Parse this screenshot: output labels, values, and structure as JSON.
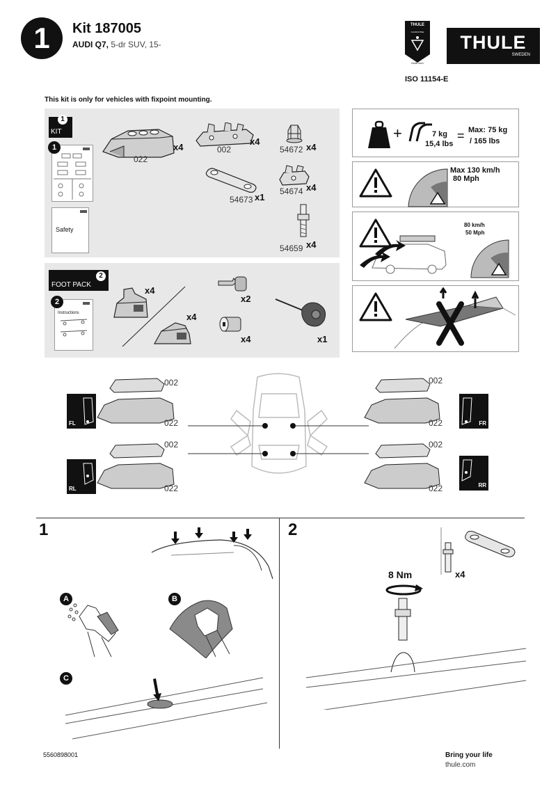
{
  "step_number": "1",
  "header": {
    "kit": "Kit 187005",
    "vehicle_model": "AUDI Q7,",
    "vehicle_desc": "5-dr SUV, 15-"
  },
  "brand": {
    "guarantee_top": "THULE",
    "guarantee_mid": "GUARANTEE",
    "guarantee_url": "thule.com",
    "logo_text": "THULE",
    "logo_sub": "SWEDEN",
    "iso": "ISO 11154-E"
  },
  "fixpoint_note": "This kit is only for vehicles with fixpoint mounting.",
  "kit_box": {
    "badge_num": "1",
    "badge_label": "KIT",
    "booklet_num": "1",
    "safety_label": "Safety",
    "parts": [
      {
        "code": "022",
        "qty": "x4"
      },
      {
        "code": "002",
        "qty": "x4"
      },
      {
        "code": "54672",
        "qty": "x4"
      },
      {
        "code": "54673",
        "qty": "x1"
      },
      {
        "code": "54674",
        "qty": "x4"
      },
      {
        "code": "54659",
        "qty": "x4"
      }
    ]
  },
  "foot_pack": {
    "badge_num": "2",
    "badge_label": "FOOT PACK",
    "booklet_num": "2",
    "instructions_label": "Instructions",
    "foot_qty_1": "x4",
    "foot_qty_2": "x4",
    "key_qty": "x2",
    "lock_qty": "x4",
    "tool_qty": "x1"
  },
  "load_info": {
    "weight": "7 kg",
    "weight_lbs": "15,4 lbs",
    "equals": "=",
    "plus": "+",
    "max_load": "Max: 75 kg",
    "max_load_lbs": "/ 165 lbs"
  },
  "speed_info": {
    "max_kmh": "Max  130 km/h",
    "max_mph": "80 Mph",
    "wind_kmh": "80 km/h",
    "wind_mph": "50 Mph"
  },
  "positions": {
    "fl": "FL",
    "fr": "FR",
    "rl": "RL",
    "rr": "RR",
    "upper": "002",
    "lower": "022"
  },
  "steps": {
    "step1": "1",
    "step2": "2",
    "a": "A",
    "b": "B",
    "c": "C",
    "torque": "8 Nm",
    "bolt_qty": "x4"
  },
  "footer": {
    "part_number": "5560898001",
    "slogan": "Bring your life",
    "url": "thule.com"
  },
  "colors": {
    "panel_bg": "#e8e8e8",
    "dark": "#111111",
    "mid_grey": "#8a8a8a",
    "red_zone": "#444444"
  }
}
